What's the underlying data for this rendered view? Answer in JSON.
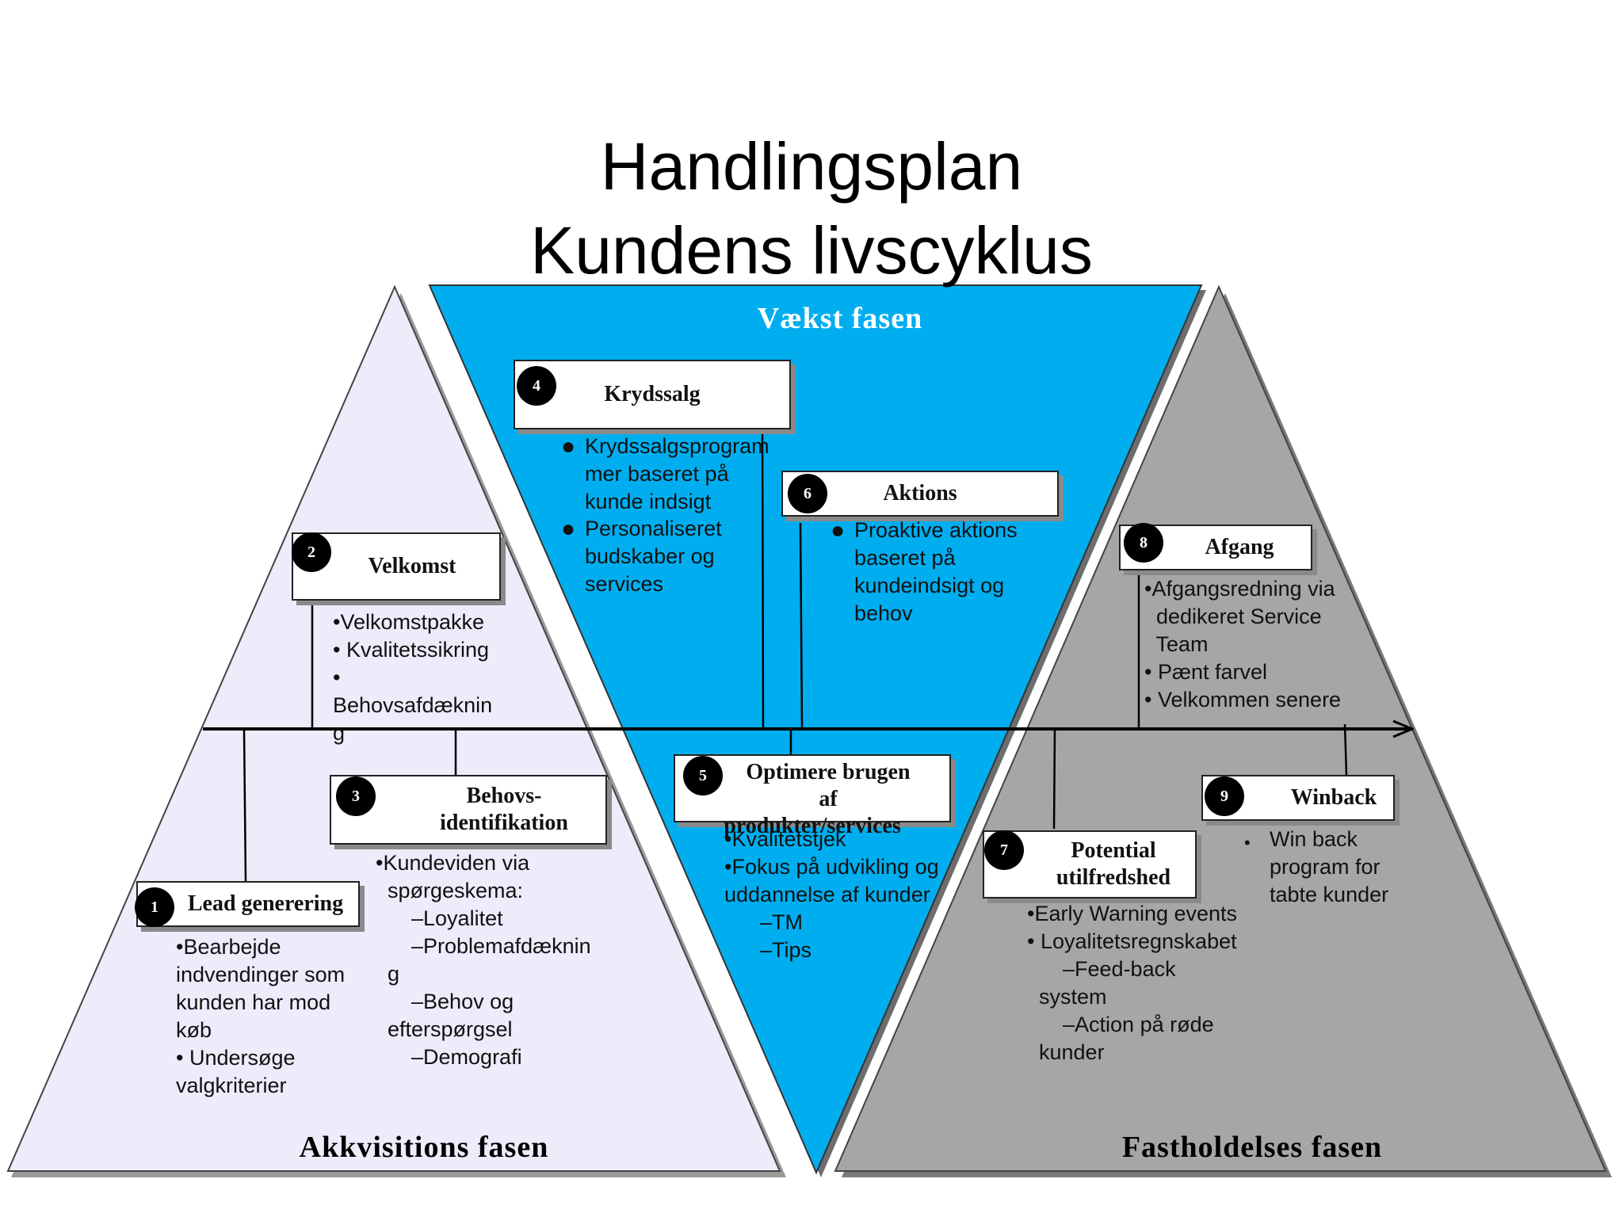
{
  "title": {
    "line1": "Handlingsplan",
    "line2": "Kundens livscyklus"
  },
  "colors": {
    "acquisition": "#ececfb",
    "growth": "#00aeef",
    "retention": "#a6a6a6",
    "line": "#000000"
  },
  "phases": {
    "acquisition": "Akkvisitions fasen",
    "growth": "Vækst fasen",
    "retention": "Fastholdelses fasen"
  },
  "steps": {
    "s1": {
      "number": "1",
      "title": "Lead generering",
      "lines": [
        "•Bearbejde",
        "indvendinger som",
        "kunden har mod",
        "køb",
        "• Undersøge",
        "valgkriterier"
      ]
    },
    "s2": {
      "number": "2",
      "title": "Velkomst",
      "lines": [
        "•Velkomstpakke",
        "• Kvalitetssikring",
        "•",
        "Behovsafdæknin",
        "g"
      ]
    },
    "s3": {
      "number": "3",
      "title1": "Behovs-",
      "title2": "identifikation",
      "lines": [
        "•Kundeviden via",
        "  spørgeskema:",
        "      –Loyalitet",
        "      –Problemafdæknin",
        "  g",
        "      –Behov og",
        "  efterspørgsel",
        "      –Demografi"
      ]
    },
    "s4": {
      "number": "4",
      "title": "Krydssalg",
      "bullets": [
        "Krydssalgsprogram\nmer baseret på\nkunde indsigt",
        "Personaliseret\nbudskaber og\nservices"
      ]
    },
    "s5": {
      "number": "5",
      "title1": "Optimere brugen",
      "title2": "af",
      "title3": "produkter/services",
      "lines": [
        "•Kvalitetstjek",
        "•Fokus på udvikling og",
        "uddannelse af kunder",
        "      –TM",
        "      –Tips"
      ]
    },
    "s6": {
      "number": "6",
      "title": "Aktions",
      "bullets": [
        "Proaktive aktions\nbaseret på\nkundeindsigt og\nbehov"
      ]
    },
    "s7": {
      "number": "7",
      "title1": "Potential",
      "title2": "utilfredshed",
      "lines": [
        "•Early Warning events",
        "• Loyalitetsregnskabet",
        "      –Feed-back",
        "  system",
        "      –Action på røde",
        "  kunder"
      ]
    },
    "s8": {
      "number": "8",
      "title": "Afgang",
      "lines": [
        "•Afgangsredning via",
        "  dedikeret Service",
        "  Team",
        "• Pænt farvel",
        "• Velkommen senere"
      ]
    },
    "s9": {
      "number": "9",
      "title": "Winback",
      "lines": [
        "Win back",
        "program for",
        "tabte kunder"
      ],
      "marker": "•"
    }
  }
}
